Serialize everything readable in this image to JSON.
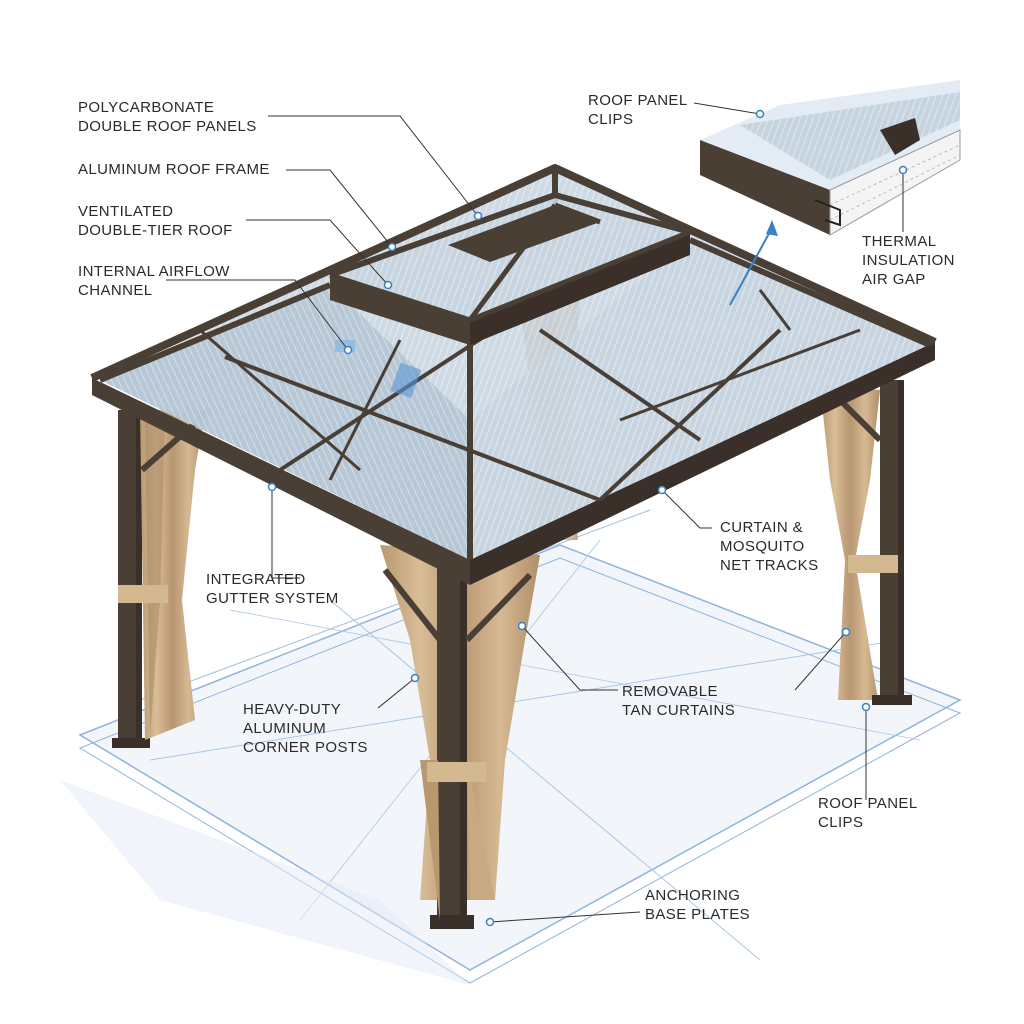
{
  "colors": {
    "frame": "#4a3f35",
    "frame_dark": "#3a3029",
    "glass": "#b9c9d6",
    "glass_light": "#dbe5ee",
    "curtain": "#c9ab84",
    "curtain_shade": "#a88a66",
    "floor_line": "#8fb3dd",
    "leader": "#333333",
    "callout_dot": "#3b7fc4"
  },
  "labels": {
    "poly_panels": [
      "POLYCARBONATE",
      "DOUBLE ROOF PANELS"
    ],
    "roof_frame": [
      "ALUMINUM ROOF FRAME"
    ],
    "vent_roof": [
      "VENTILATED",
      "DOUBLE-TIER ROOF"
    ],
    "airflow": [
      "INTERNAL AIRFLOW",
      "CHANNEL"
    ],
    "clips_top": [
      "ROOF PANEL",
      "CLIPS"
    ],
    "thermal": [
      "THERMAL",
      "INSULATION",
      "AIR GAP"
    ],
    "curtain_tracks": [
      "CURTAIN &",
      "MOSQUITO",
      "NET TRACKS"
    ],
    "gutter": [
      "INTEGRATED",
      "GUTTER SYSTEM"
    ],
    "posts": [
      "HEAVY-DUTY",
      "ALUMINUM",
      "CORNER POSTS"
    ],
    "curtains": [
      "REMOVABLE",
      "TAN CURTAINS"
    ],
    "clips_bottom": [
      "ROOF PANEL",
      "CLIPS"
    ],
    "base": [
      "ANCHORING",
      "BASE PLATES"
    ]
  }
}
